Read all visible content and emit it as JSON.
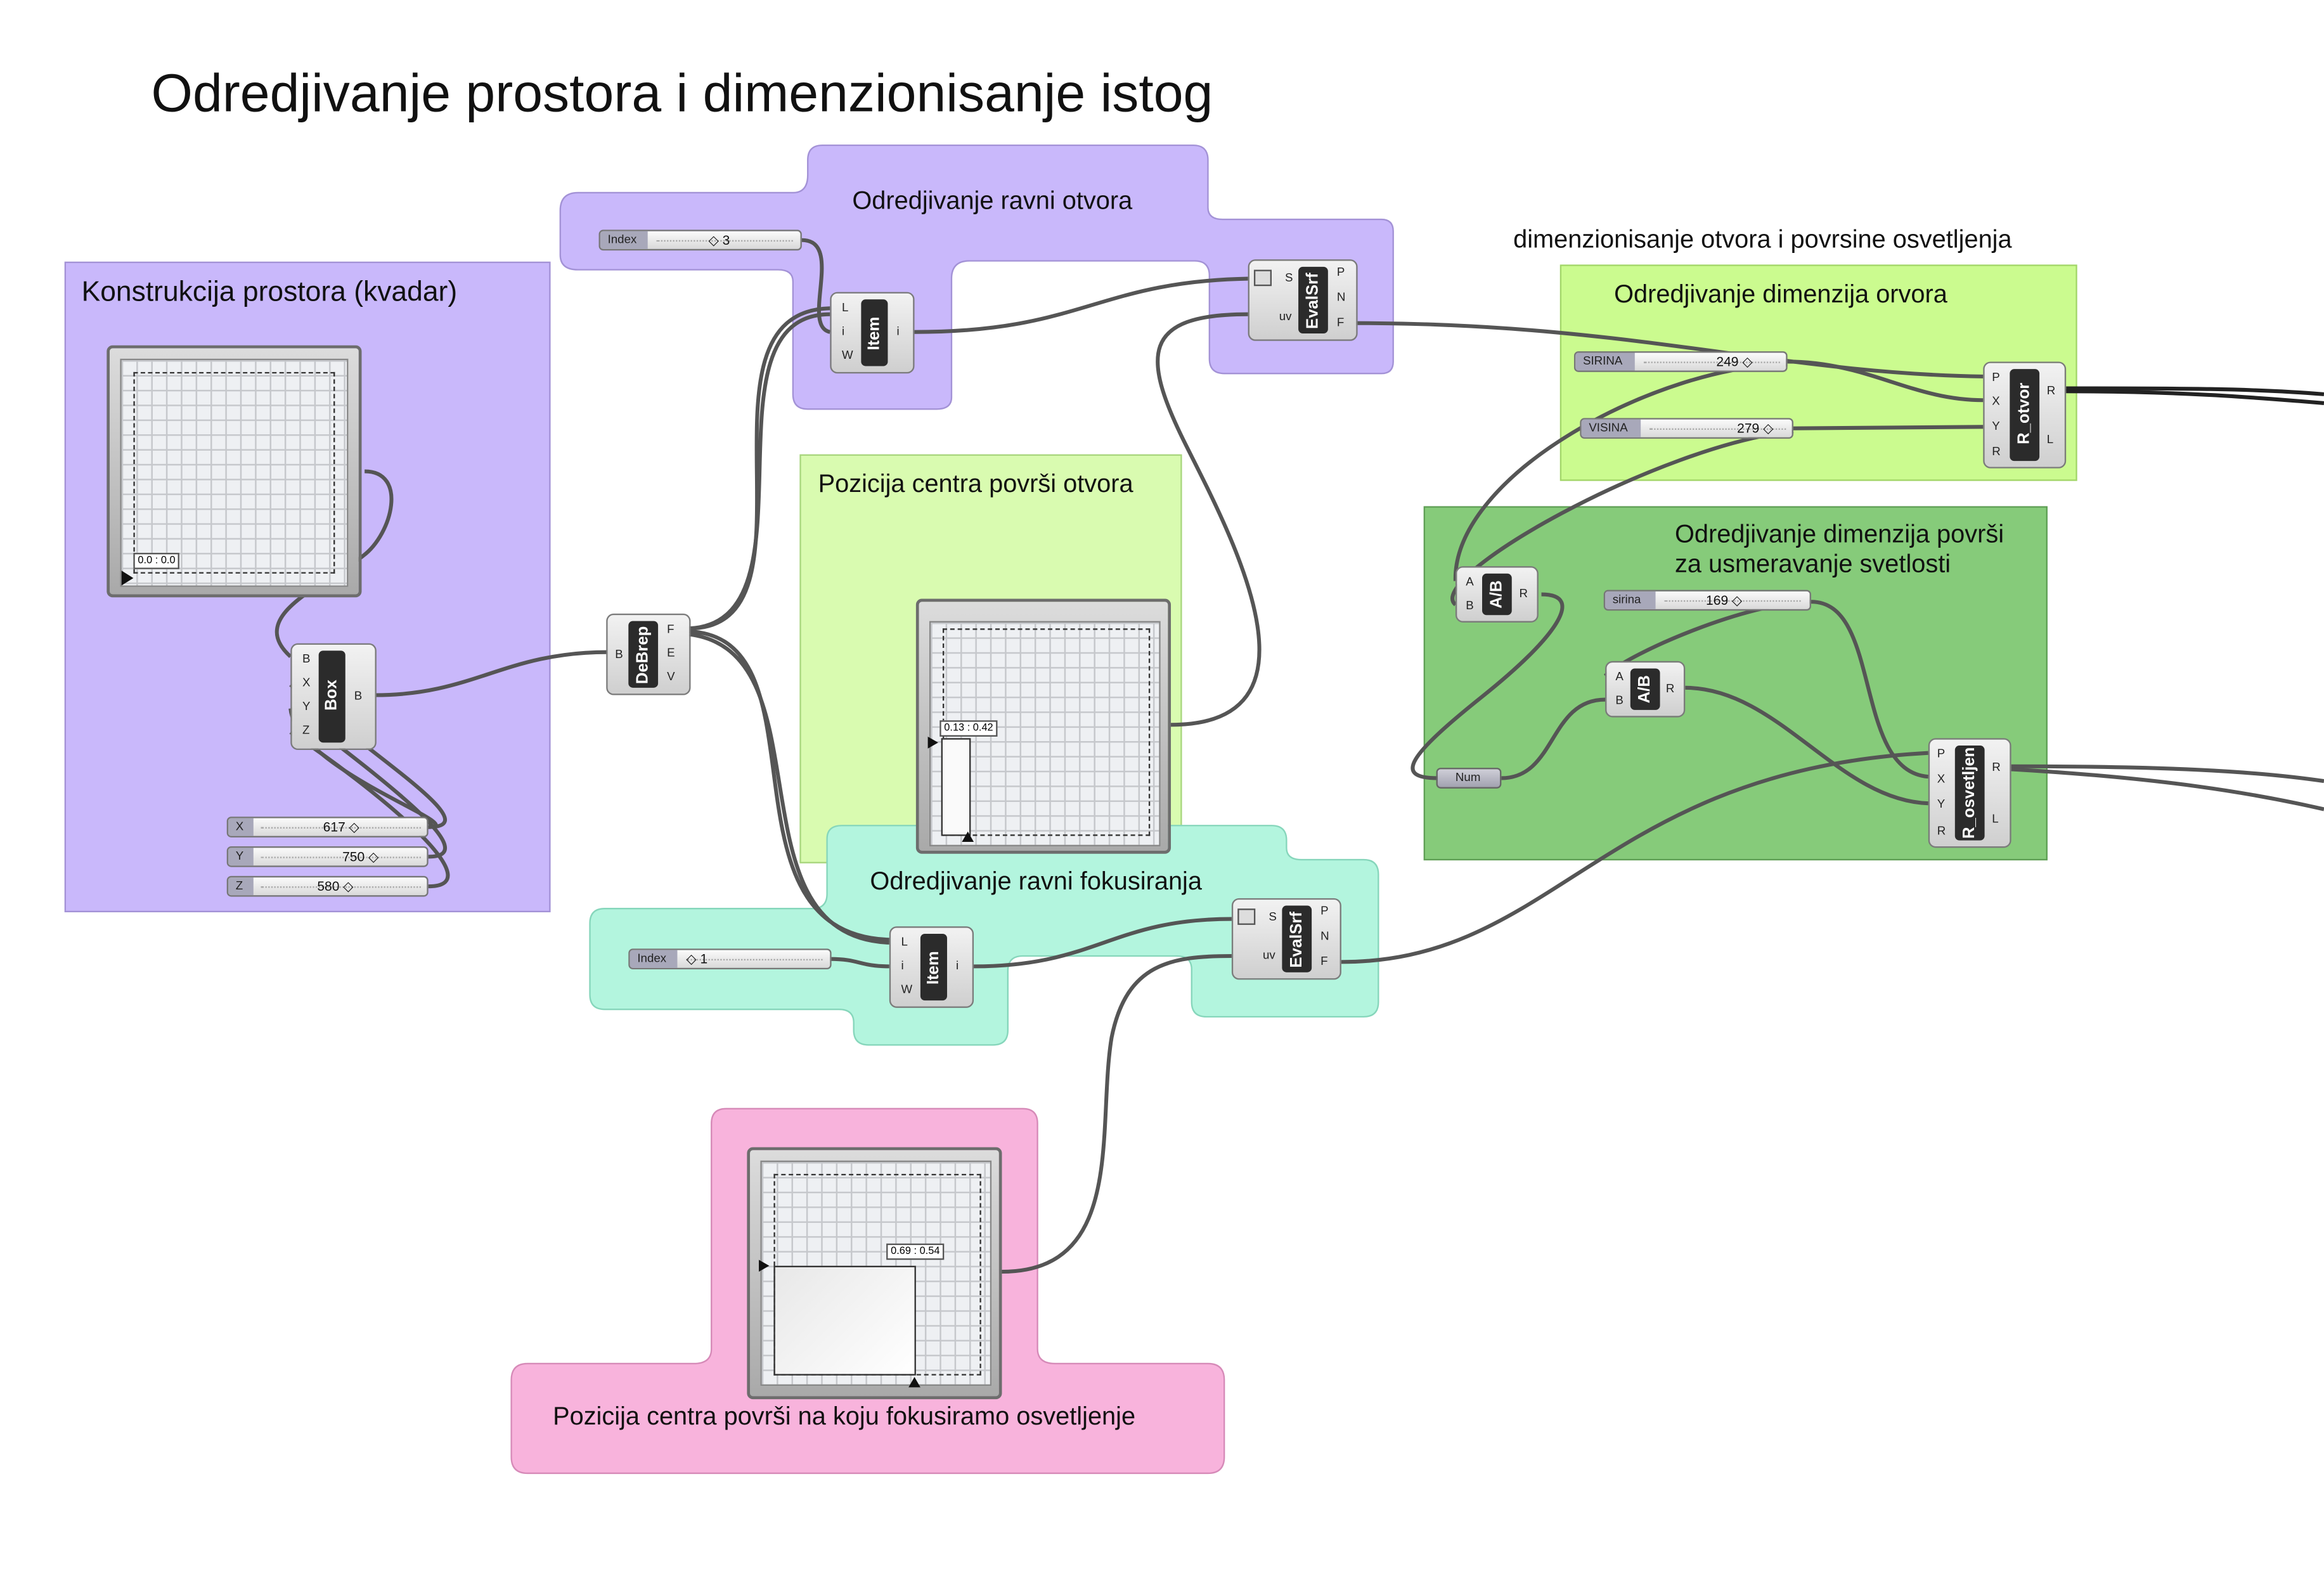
{
  "title": "Odredjivanje prostora i dimenzionisanje istog",
  "groups": {
    "konstrukcija": "Konstrukcija prostora (kvadar)",
    "ravni_otvora": "Odredjivanje ravni otvora",
    "centar_otvora": "Pozicija centra površi otvora",
    "ravni_fokusiranja": "Odredjivanje ravni fokusiranja",
    "centar_fokus": "Pozicija centra površi na koju fokusiramo osvetljenje",
    "dimenzija_otvora": "Odredjivanje dimenzija orvora",
    "dimenzija_povrsi_1": "Odredjivanje dimenzija površi",
    "dimenzija_povrsi_2": "za usmeravanje svetlosti"
  },
  "section_label": "dimenzionisanje otvora i povrsine osvetljenja",
  "components": {
    "box": "Box",
    "debrep": "DeBrep",
    "item": "Item",
    "evalsrf": "EvalSrf",
    "a_over_b": "A/B",
    "r_otvor": "R_otvor",
    "r_osvetljen": "R_osvetljen",
    "num": "Num"
  },
  "ports": {
    "box_in": [
      "B",
      "X",
      "Y",
      "Z"
    ],
    "box_out": [
      "B"
    ],
    "debrep_in": [
      "B"
    ],
    "debrep_out": [
      "F",
      "E",
      "V"
    ],
    "item_in": [
      "L",
      "i",
      "W"
    ],
    "item_out": [
      "i"
    ],
    "evalsrf_in": [
      "S",
      "uv"
    ],
    "evalsrf_out": [
      "P",
      "N",
      "F"
    ],
    "ab_in": [
      "A",
      "B"
    ],
    "ab_out": [
      "R"
    ],
    "r_in": [
      "P",
      "X",
      "Y",
      "R"
    ],
    "r_out": [
      "R",
      "L"
    ]
  },
  "sliders": {
    "x": {
      "tag": "X",
      "value": "617 ◇"
    },
    "y": {
      "tag": "Y",
      "value": "750 ◇"
    },
    "z": {
      "tag": "Z",
      "value": "580 ◇"
    },
    "index_top": {
      "tag": "Index",
      "value": "◇ 3"
    },
    "index_bottom": {
      "tag": "Index",
      "value": "◇ 1"
    },
    "sirina": {
      "tag": "SIRINA",
      "value": "249 ◇"
    },
    "visina": {
      "tag": "VISINA",
      "value": "279 ◇"
    },
    "sirina_small": {
      "tag": "sirina",
      "value": "169 ◇"
    }
  },
  "pads": {
    "box_pad": "0.0 : 0.0",
    "otvor_pad": "0.13 : 0.42",
    "fokus_pad": "0.69 : 0.54"
  },
  "colors": {
    "purple": "#c9b8fb",
    "lightgreen": "#d9fbb0",
    "green": "#cbfb8f",
    "darkgreen": "#86cb7a",
    "mint": "#b3f5de",
    "pink": "#f8b3dc"
  }
}
